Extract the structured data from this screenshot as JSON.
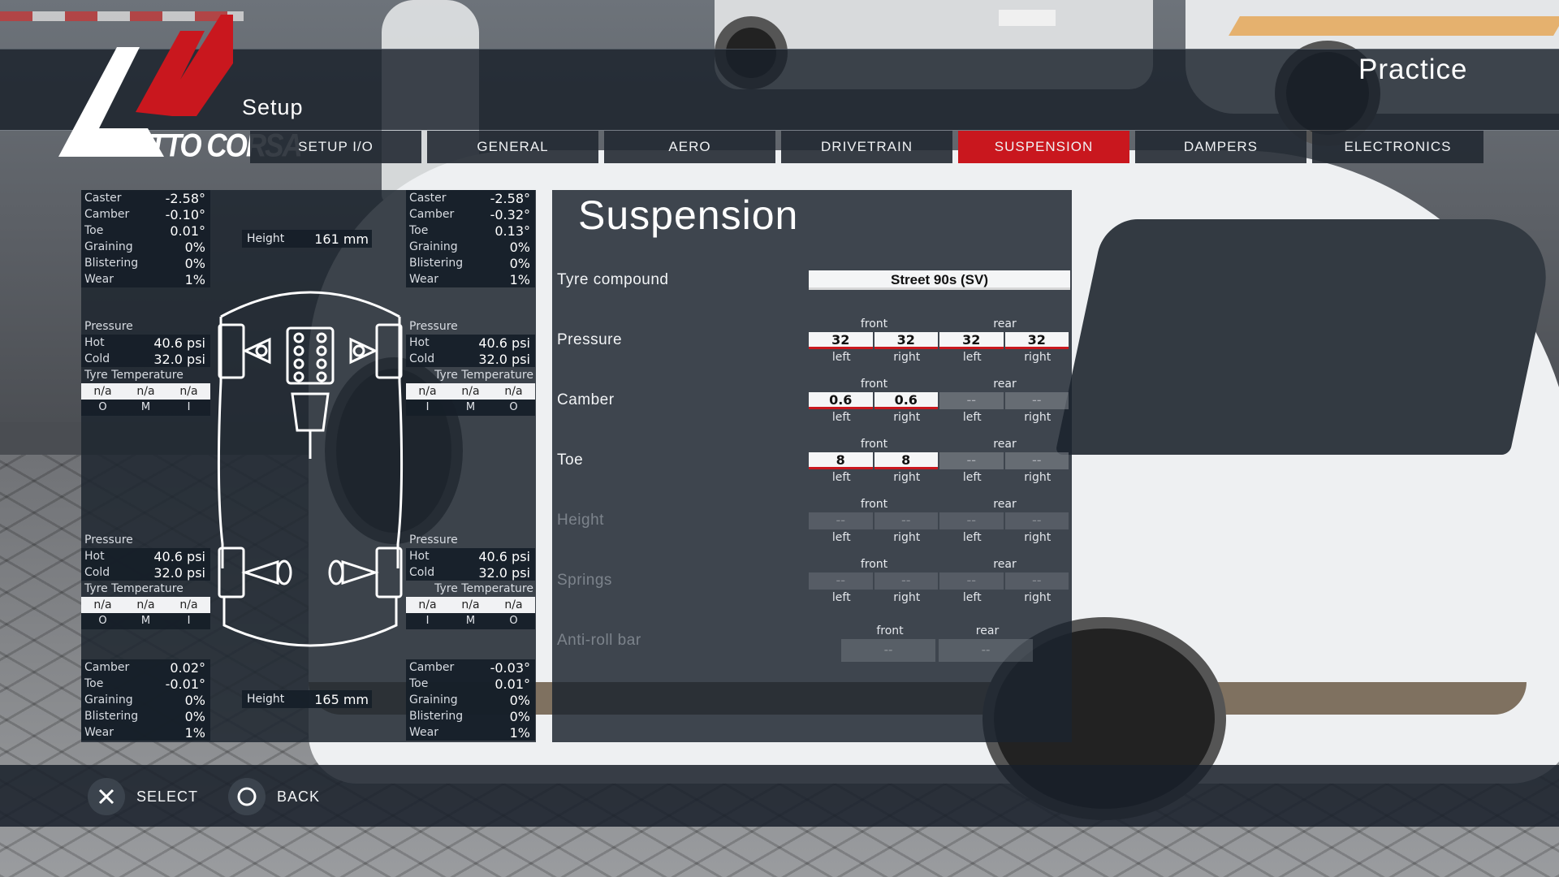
{
  "header": {
    "logo_text": "ASSETTO CORSA",
    "page_title": "Setup",
    "session": "Practice"
  },
  "tabs": [
    {
      "label": "SETUP I/O",
      "active": false
    },
    {
      "label": "GENERAL",
      "active": false
    },
    {
      "label": "AERO",
      "active": false
    },
    {
      "label": "DRIVETRAIN",
      "active": false
    },
    {
      "label": "SUSPENSION",
      "active": true
    },
    {
      "label": "DAMPERS",
      "active": false
    },
    {
      "label": "ELECTRONICS",
      "active": false
    }
  ],
  "telemetry": {
    "front_height": {
      "label": "Height",
      "value": "161 mm"
    },
    "rear_height": {
      "label": "Height",
      "value": "165 mm"
    },
    "front_left": {
      "caster": {
        "label": "Caster",
        "value": "-2.58°"
      },
      "camber": {
        "label": "Camber",
        "value": "-0.10°"
      },
      "toe": {
        "label": "Toe",
        "value": "0.01°"
      },
      "graining": {
        "label": "Graining",
        "value": "0%"
      },
      "blistering": {
        "label": "Blistering",
        "value": "0%"
      },
      "wear": {
        "label": "Wear",
        "value": "1%"
      },
      "pressure_title": "Pressure",
      "hot": {
        "label": "Hot",
        "value": "40.6 psi"
      },
      "cold": {
        "label": "Cold",
        "value": "32.0 psi"
      },
      "temp_title": "Tyre Temperature",
      "temps": [
        "n/a",
        "n/a",
        "n/a"
      ],
      "zones": [
        "O",
        "M",
        "I"
      ]
    },
    "front_right": {
      "caster": {
        "label": "Caster",
        "value": "-2.58°"
      },
      "camber": {
        "label": "Camber",
        "value": "-0.32°"
      },
      "toe": {
        "label": "Toe",
        "value": "0.13°"
      },
      "graining": {
        "label": "Graining",
        "value": "0%"
      },
      "blistering": {
        "label": "Blistering",
        "value": "0%"
      },
      "wear": {
        "label": "Wear",
        "value": "1%"
      },
      "pressure_title": "Pressure",
      "hot": {
        "label": "Hot",
        "value": "40.6 psi"
      },
      "cold": {
        "label": "Cold",
        "value": "32.0 psi"
      },
      "temp_title": "Tyre Temperature",
      "temps": [
        "n/a",
        "n/a",
        "n/a"
      ],
      "zones": [
        "I",
        "M",
        "O"
      ]
    },
    "rear_left": {
      "pressure_title": "Pressure",
      "hot": {
        "label": "Hot",
        "value": "40.6 psi"
      },
      "cold": {
        "label": "Cold",
        "value": "32.0 psi"
      },
      "temp_title": "Tyre Temperature",
      "temps": [
        "n/a",
        "n/a",
        "n/a"
      ],
      "zones": [
        "O",
        "M",
        "I"
      ],
      "camber": {
        "label": "Camber",
        "value": "0.02°"
      },
      "toe": {
        "label": "Toe",
        "value": "-0.01°"
      },
      "graining": {
        "label": "Graining",
        "value": "0%"
      },
      "blistering": {
        "label": "Blistering",
        "value": "0%"
      },
      "wear": {
        "label": "Wear",
        "value": "1%"
      }
    },
    "rear_right": {
      "pressure_title": "Pressure",
      "hot": {
        "label": "Hot",
        "value": "40.6 psi"
      },
      "cold": {
        "label": "Cold",
        "value": "32.0 psi"
      },
      "temp_title": "Tyre Temperature",
      "temps": [
        "n/a",
        "n/a",
        "n/a"
      ],
      "zones": [
        "I",
        "M",
        "O"
      ],
      "camber": {
        "label": "Camber",
        "value": "-0.03°"
      },
      "toe": {
        "label": "Toe",
        "value": "0.01°"
      },
      "graining": {
        "label": "Graining",
        "value": "0%"
      },
      "blistering": {
        "label": "Blistering",
        "value": "0%"
      },
      "wear": {
        "label": "Wear",
        "value": "1%"
      }
    }
  },
  "suspension": {
    "title": "Suspension",
    "tyre_compound": {
      "label": "Tyre compound",
      "value": "Street 90s (SV)"
    },
    "axle_labels": {
      "front": "front",
      "rear": "rear"
    },
    "side_labels": {
      "left": "left",
      "right": "right"
    },
    "pressure": {
      "label": "Pressure",
      "values": [
        "32",
        "32",
        "32",
        "32"
      ]
    },
    "camber": {
      "label": "Camber",
      "values": [
        "0.6",
        "0.6",
        "--",
        "--"
      ]
    },
    "toe": {
      "label": "Toe",
      "values": [
        "8",
        "8",
        "--",
        "--"
      ]
    },
    "height": {
      "label": "Height",
      "values": [
        "--",
        "--",
        "--",
        "--"
      ]
    },
    "springs": {
      "label": "Springs",
      "values": [
        "--",
        "--",
        "--",
        "--"
      ]
    },
    "anti_roll_bar": {
      "label": "Anti-roll bar",
      "values": [
        "--",
        "--"
      ]
    }
  },
  "footer": {
    "select_label": "SELECT",
    "back_label": "BACK"
  },
  "colors": {
    "accent": "#c9171e",
    "panel": "#1c242e"
  }
}
